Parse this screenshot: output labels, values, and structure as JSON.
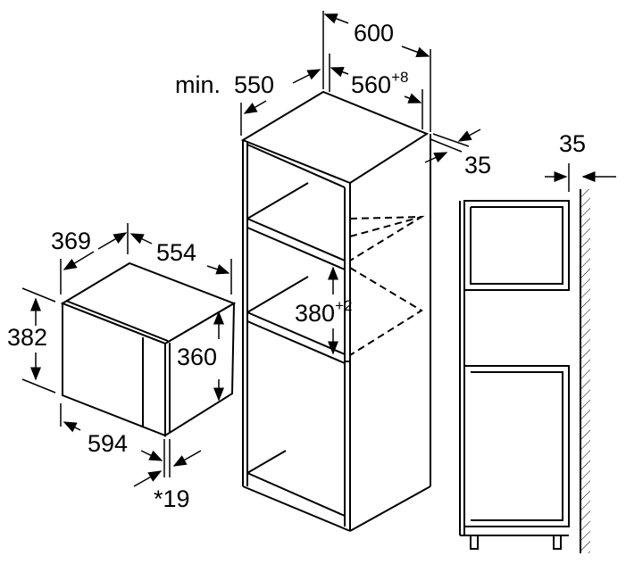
{
  "cabinet": {
    "width_total": "600",
    "depth_min_prefix": "min.",
    "depth_min": "550",
    "niche_width": "560",
    "niche_width_tolerance": "+8",
    "back_gap": "35",
    "niche_height": "380",
    "niche_height_tolerance": "+2"
  },
  "side_view": {
    "wall_gap": "35"
  },
  "appliance": {
    "depth": "369",
    "body_width": "554",
    "total_height": "382",
    "body_height": "360",
    "front_width": "594",
    "front_offset": "*19"
  },
  "colors": {
    "line": "#000000",
    "background": "#ffffff"
  }
}
